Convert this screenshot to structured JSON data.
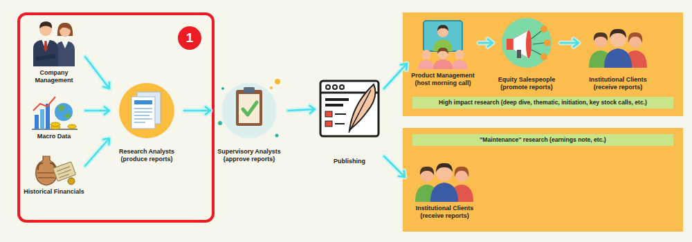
{
  "diagram": {
    "nodes": [
      {
        "text": [
          "1"
        ]
      },
      {
        "text": [
          "Company Management"
        ],
        "in": 0
      },
      {
        "text": [
          "Macro Data"
        ],
        "in": 0
      },
      {
        "text": [
          "Historical Financials"
        ],
        "in": 0
      },
      {
        "text": [
          "Research Analysts (produce reports)"
        ],
        "in": 0
      },
      {
        "text": [
          "Supervisory Analysts (approve reports)"
        ]
      },
      {
        "text": [
          "Publishing"
        ]
      },
      {
        "text": [
          "High impact research (deep dive, thematic, initiation, key stock calls, etc.)"
        ]
      },
      {
        "text": [
          "Product Management (host morning call)"
        ],
        "in": 7
      },
      {
        "text": [
          "Equity Salespeople (promote reports)"
        ],
        "in": 7
      },
      {
        "text": [
          "Institutional Clients (receive reports)"
        ],
        "in": 7
      },
      {
        "text": [
          "\"Maintenance\" research (earnings note, etc.)"
        ]
      },
      {
        "text": [
          "Institutional Clients (receive reports)"
        ],
        "in": 11
      }
    ],
    "edges": [
      {
        "from": 1,
        "to": 4,
        "arrow": "to"
      },
      {
        "from": 2,
        "to": 4,
        "arrow": "to"
      },
      {
        "from": 3,
        "to": 4,
        "arrow": "to"
      },
      {
        "from": 4,
        "to": 5,
        "arrow": "to"
      },
      {
        "from": 5,
        "to": 6,
        "arrow": "to"
      },
      {
        "from": 6,
        "to": 8,
        "arrow": "to"
      },
      {
        "from": 6,
        "to": 12,
        "arrow": "to"
      },
      {
        "from": 8,
        "to": 9,
        "arrow": "to"
      },
      {
        "from": 9,
        "to": 10,
        "arrow": "to"
      }
    ]
  }
}
